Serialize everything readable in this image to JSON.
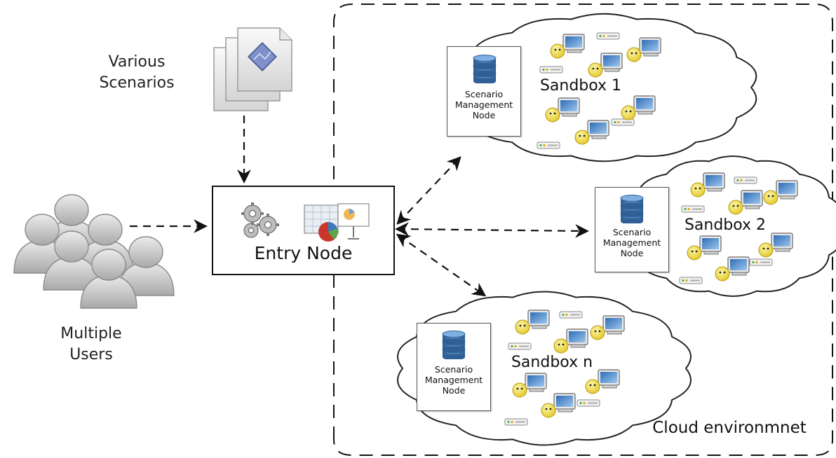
{
  "labels": {
    "scenarios": "Various\nScenarios",
    "users": "Multiple\nUsers",
    "entry_node": "Entry Node",
    "cloud": "Cloud environmnet"
  },
  "sandboxes": [
    {
      "title": "Sandbox 1",
      "node_label": "Scenario\nManagement\nNode"
    },
    {
      "title": "Sandbox 2",
      "node_label": "Scenario\nManagement\nNode"
    },
    {
      "title": "Sandbox n",
      "node_label": "Scenario\nManagement\nNode"
    }
  ],
  "icons": {
    "scenario_docs": "stacked-document-icon",
    "users": "user-group-icon",
    "entry_gears": "gears-icon",
    "entry_charts": "charts-icon",
    "node_db": "database-icon",
    "computer": "computer-user-icon",
    "router": "network-switch-icon"
  },
  "colors": {
    "arrow": "#111111",
    "border": "#111111",
    "database": "#3d6fa6",
    "user_face": "#f2e14c",
    "person": "#c8c8c8"
  }
}
